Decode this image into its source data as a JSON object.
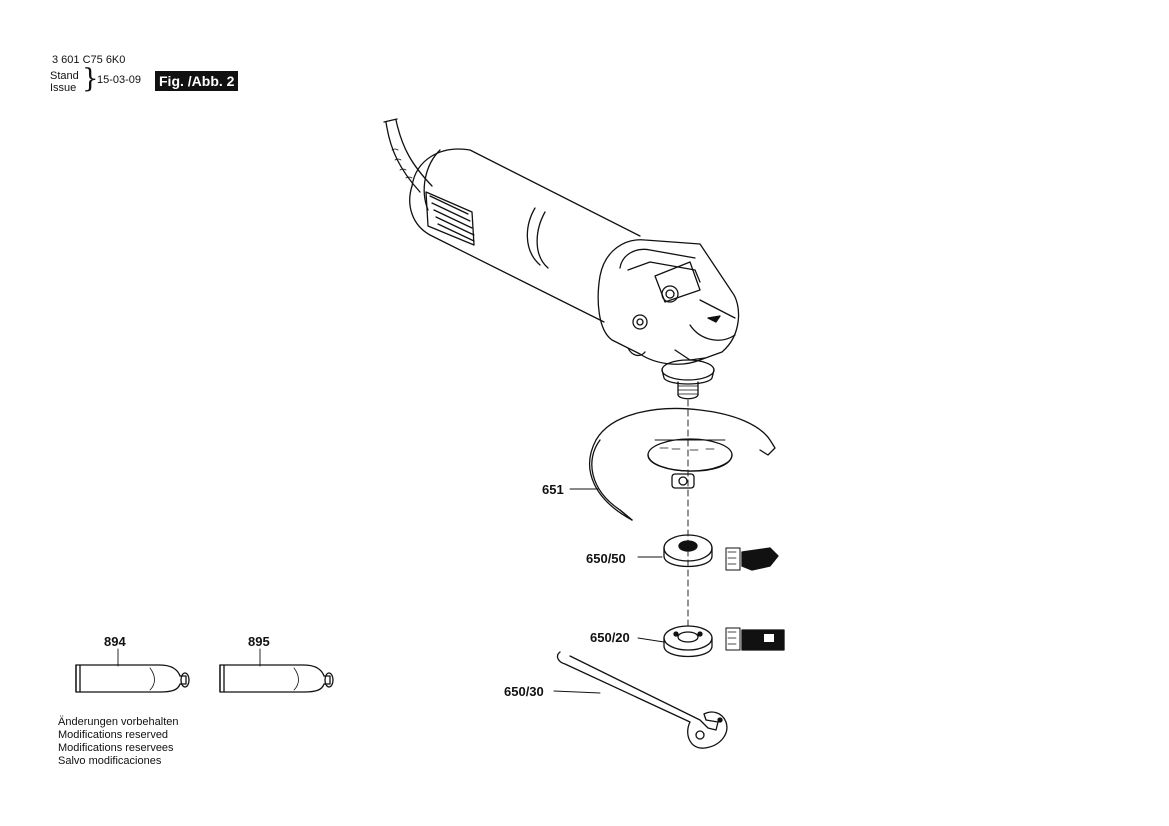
{
  "header": {
    "part_number": "3 601 C75 6K0",
    "stand_label": "Stand",
    "issue_label": "Issue",
    "date": "15-03-09",
    "figure_label": "Fig. /Abb. 2"
  },
  "parts": {
    "p651": "651",
    "p650_50": "650/50",
    "p650_20": "650/20",
    "p650_30": "650/30",
    "p894": "894",
    "p895": "895"
  },
  "notes": [
    "Änderungen vorbehalten",
    "Modifications reserved",
    "Modifications reservees",
    "Salvo modificaciones"
  ]
}
